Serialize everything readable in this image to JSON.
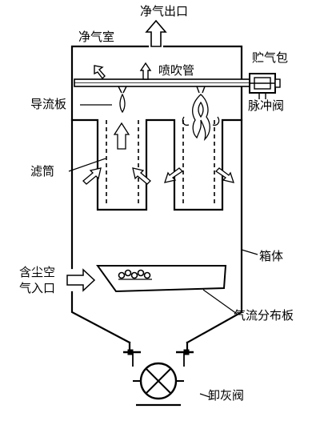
{
  "labels": {
    "clean_outlet": "净气出口",
    "clean_chamber": "净气室",
    "blow_pipe": "喷吹管",
    "air_bag": "贮气包",
    "pulse_valve": "脉冲阀",
    "guide_plate": "导流板",
    "filter_bag": "滤筒",
    "box": "箱体",
    "dusty_inlet_line1": "含尘空",
    "dusty_inlet_line2": "气入口",
    "flow_plate": "气流分布板",
    "ash_valve": "卸灰阀"
  },
  "colors": {
    "line": "#000000",
    "background": "#ffffff"
  }
}
